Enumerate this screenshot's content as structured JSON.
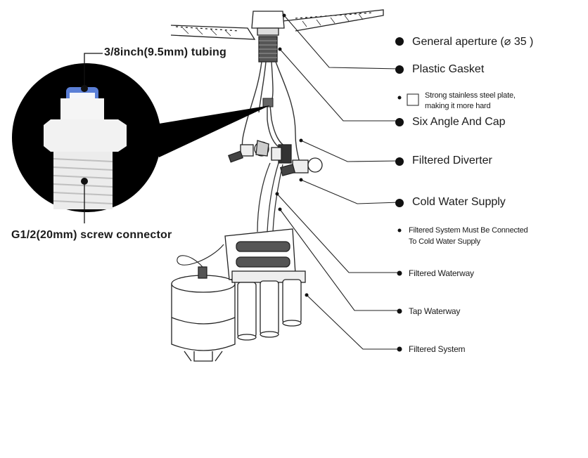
{
  "connector": {
    "tubing_label": "3/8inch(9.5mm) tubing",
    "screw_label": "G1/2(20mm) screw connector"
  },
  "labels": {
    "general_aperture": "General aperture (⌀ 35 )",
    "plastic_gasket": "Plastic Gasket",
    "steel_plate_line1": "Strong stainless steel plate,",
    "steel_plate_line2": "making it more hard",
    "six_angle_cap": "Six Angle And Cap",
    "filtered_diverter": "Filtered Diverter",
    "cold_water_supply": "Cold Water Supply",
    "cold_note_line1": "Filtered System Must Be Connected",
    "cold_note_line2": "To Cold Water Supply",
    "filtered_waterway": "Filtered Waterway",
    "tap_waterway": "Tap Waterway",
    "filtered_system": "Filtered System"
  }
}
